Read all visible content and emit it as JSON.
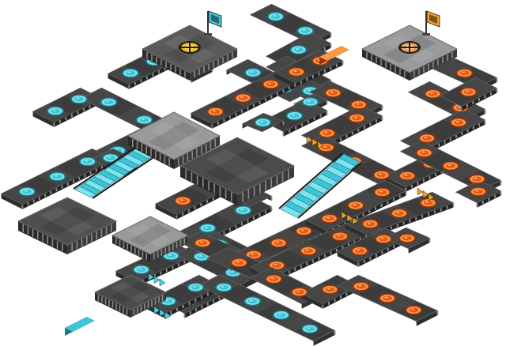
{
  "scene": {
    "kind": "isometric-track-map",
    "background": "#ffffff"
  },
  "palette": {
    "cyan_team": "#3fc4d6",
    "cyan_ring": "#7fe3ef",
    "cyan_dark": "#167c8a",
    "orange_team": "#e85a17",
    "orange_ring": "#f79a45",
    "orange_dark": "#9b3208",
    "track_top": "#3c3c3c",
    "track_alt": "#4a4a4a",
    "track_side_left": "#222222",
    "track_side_right": "#2e2e2e",
    "edge_light": "#6d6d6d",
    "rail": "#8a8a8a",
    "platform_top": "#5a5a5a",
    "platform_light": "#9a9a9a",
    "arrow_cyan": "#45d3e6",
    "arrow_orange": "#f0a020",
    "gold": "#f2c31a"
  },
  "bases": [
    {
      "id": "cyan-base",
      "team": "cyan",
      "emblem": "gold-ring-icon",
      "flag": "cyan-flag-icon"
    },
    {
      "id": "orange-base",
      "team": "orange",
      "emblem": "orange-ring-icon",
      "flag": "orange-flag-icon"
    }
  ],
  "spawn_pads": [
    {
      "id": "cyan-spawn",
      "team": "cyan"
    },
    {
      "id": "orange-spawn",
      "team": "orange"
    }
  ],
  "boost_arrows": [
    {
      "id": "boost-cyan-1",
      "team": "cyan",
      "count": 3
    },
    {
      "id": "boost-cyan-2",
      "team": "cyan",
      "count": 3
    },
    {
      "id": "boost-orange-1",
      "team": "orange",
      "count": 3
    },
    {
      "id": "boost-orange-2",
      "team": "orange",
      "count": 3
    },
    {
      "id": "boost-orange-3",
      "team": "orange",
      "count": 3
    }
  ]
}
